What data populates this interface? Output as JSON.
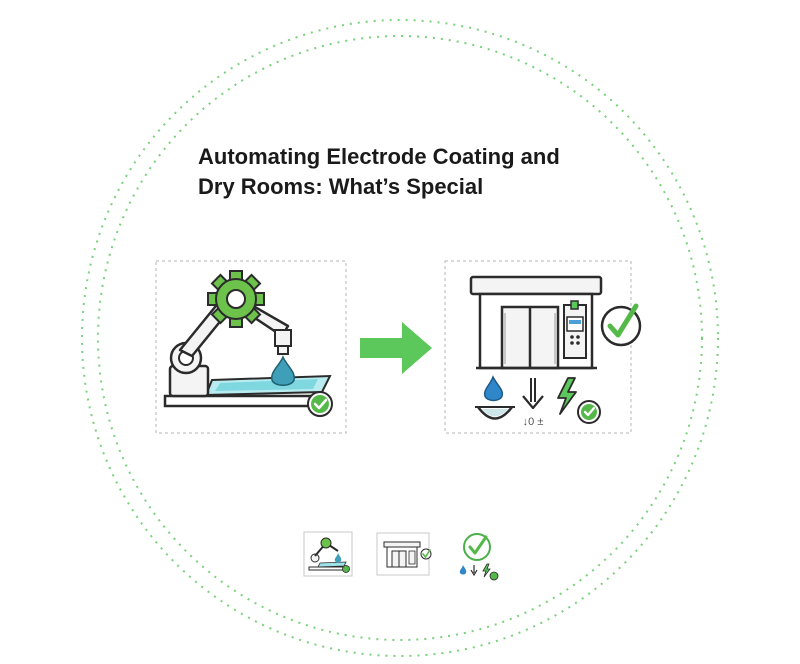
{
  "title_lines": [
    "Automating Electrode Coating and",
    "Dry Rooms: What’s Special"
  ],
  "panel_right": {
    "meter_label": "↓0 ±"
  },
  "colors": {
    "accent_green": "#5cc85c",
    "dark_green": "#2f9a3c",
    "outline": "#2b2b2b",
    "water_blue": "#2f86c8",
    "coating_teal": "#9fe3ea",
    "panel_border": "#b5b5b5",
    "dotted_ring": "#79d279"
  },
  "icons": {
    "left_panel": [
      "gear-icon",
      "robot-arm-icon",
      "nozzle-icon",
      "coating-drop-icon",
      "check-badge-icon"
    ],
    "arrow": "right-arrow-icon",
    "right_panel": [
      "dry-room-building-icon",
      "control-panel-icon",
      "checkmark-icon",
      "water-drop-icon",
      "down-arrow-icon",
      "lightning-icon",
      "check-badge-icon"
    ],
    "thumbnails": [
      "robot-coating-thumbnail",
      "dry-room-thumbnail",
      "check-summary-thumbnail"
    ]
  }
}
